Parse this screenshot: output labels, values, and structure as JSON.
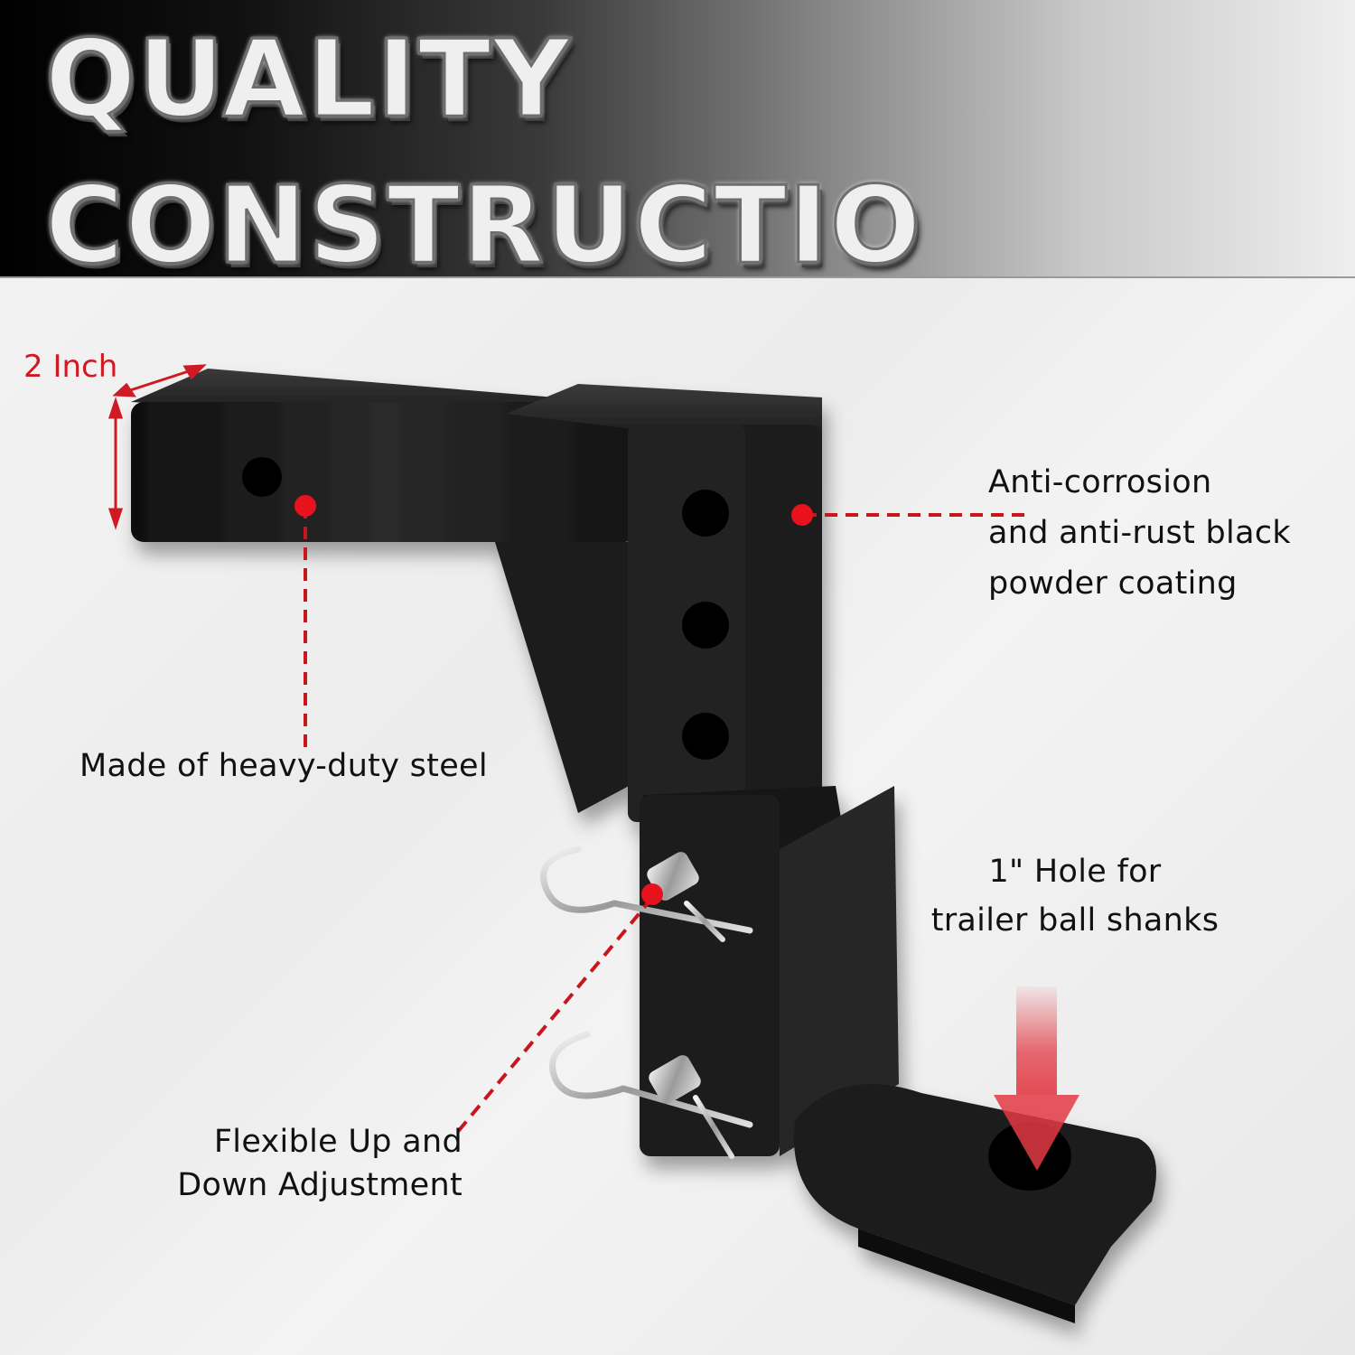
{
  "banner": {
    "title_line_1": "QUALITY",
    "title_line_2": "CONSTRUCTIO",
    "gradient": [
      "#000000",
      "#eeeeee"
    ]
  },
  "product": {
    "name": "adjustable drop hitch ball mount",
    "color": "#1a1a1a",
    "receiver_holes": 3,
    "shank_holes": 1,
    "hitch_pins": 2
  },
  "dimension": {
    "label": "2 Inch",
    "color": "#d01a23"
  },
  "callouts": {
    "coating": {
      "line_1": "Anti-corrosion",
      "line_2": "and anti-rust black",
      "line_3": "powder coating"
    },
    "steel": {
      "text": "Made of heavy-duty steel"
    },
    "hole": {
      "line_1": "1\" Hole for",
      "line_2": "trailer ball shanks"
    },
    "adjustment": {
      "line_1": "Flexible Up and",
      "line_2": "Down Adjustment"
    }
  },
  "accent": {
    "marker_red": "#e8121c",
    "leader_red": "#c8161f",
    "arrow_red": "#e23a44"
  }
}
